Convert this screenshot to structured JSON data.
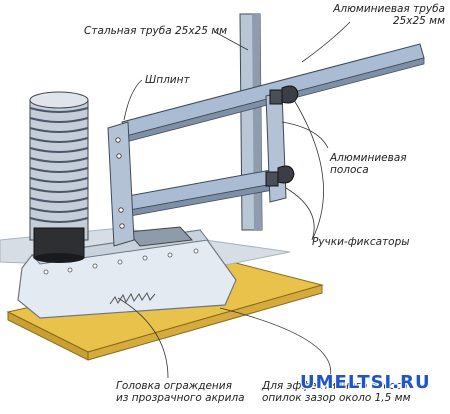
{
  "labels": {
    "steel_tube": "Стальная труба 25x25 мм",
    "alu_tube_line1": "Алюминиевая труба",
    "alu_tube_line2": "25x25 мм",
    "pin": "Шплинт",
    "alu_strip_line1": "Алюминиевая",
    "alu_strip_line2": "полоса",
    "knobs": "Ручки-фиксаторы",
    "guard_head_line1": "Головка ограждения",
    "guard_head_line2": "из прозрачного акрила",
    "gap_line1": "Для эффективного отсоса",
    "gap_line2": "опилок зазор около 1,5 мм"
  },
  "watermark": "UMELTSI.RU",
  "colors": {
    "steel": "#b9c6d6",
    "aluminum": "#9fb3cc",
    "wood": "#e8c24a",
    "acrylic": "#dfe6ee",
    "watermark": "#1e55c8"
  }
}
